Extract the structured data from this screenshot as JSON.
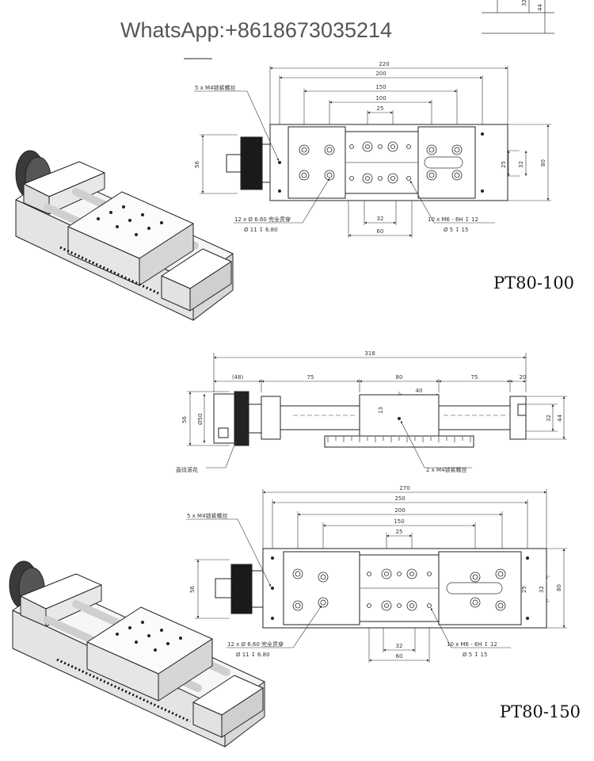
{
  "header": {
    "whatsapp": "WhatsApp:+8618673035214"
  },
  "corner_dims": {
    "a": "32",
    "b": "44"
  },
  "plan1": {
    "model": "PT80-100",
    "dims": {
      "d220": "220",
      "d200": "200",
      "d150": "150",
      "d100": "100",
      "d25": "25",
      "d56": "56",
      "d25v": "25",
      "d32v": "32",
      "d80": "80",
      "d32": "32",
      "d60": "60"
    },
    "notes": {
      "screws": "5 x M4锁紧螺丝",
      "holes_a": "12 x Ø 6.60 完全贯穿",
      "holes_b": "Ø 11 ↧ 6.80",
      "threads_a": "10 x M6 - 6H ↧ 12",
      "threads_b": "Ø 5 ↧ 15"
    }
  },
  "side": {
    "dims": {
      "d318": "318",
      "d48": "(48)",
      "d75a": "75",
      "d80": "80",
      "d75b": "75",
      "d20": "20",
      "d40": "40",
      "d13": "13",
      "d56": "56",
      "d50": "Ø50",
      "d32": "32",
      "d44": "44"
    },
    "notes": {
      "knob": "直纹滚花",
      "screws": "2 x M4锁紧螺丝"
    }
  },
  "plan2": {
    "model": "PT80-150",
    "dims": {
      "d270": "270",
      "d250": "250",
      "d200": "200",
      "d150": "150",
      "d25": "25",
      "d56": "56",
      "d25v": "25",
      "d32v": "32",
      "d80": "80",
      "d32": "32",
      "d60": "60"
    },
    "notes": {
      "screws": "5 x M4锁紧螺丝",
      "holes_a": "12 x Ø 6.60 完全贯穿",
      "holes_b": "Ø 11 ↧ 6.80",
      "threads_a": "10 x M6 - 6H ↧ 12",
      "threads_b": "Ø 5 ↧ 15"
    }
  }
}
